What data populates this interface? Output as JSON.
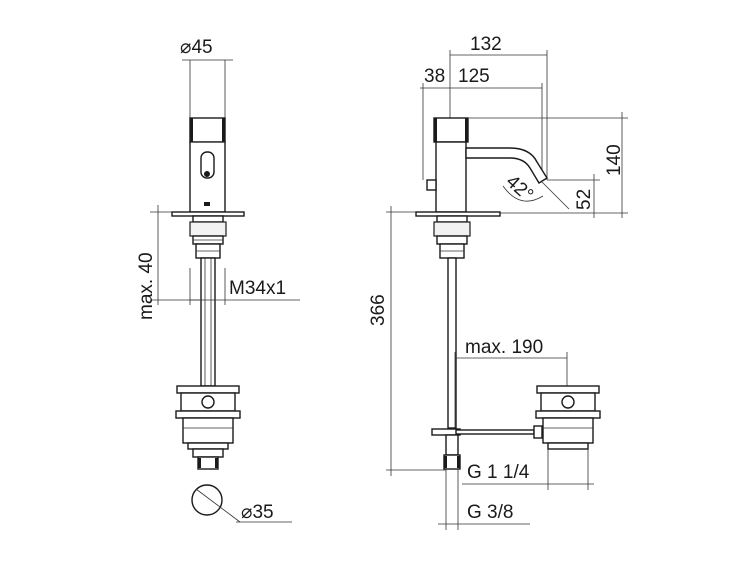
{
  "front_view": {
    "spout_diameter": "⌀45",
    "max_depth": "max. 40",
    "thread": "M34x1",
    "pop_up_diameter": "⌀35"
  },
  "side_view": {
    "overall_reach": "132",
    "offset": "38",
    "spout_reach": "125",
    "height": "140",
    "outlet_height": "52",
    "outlet_angle": "42°",
    "pipe_length": "366",
    "max_reach": "max. 190",
    "waste_thread": "G 1 1/4",
    "supply_thread": "G 3/8"
  },
  "colors": {
    "line": "#1a1a1a",
    "background": "#ffffff"
  }
}
